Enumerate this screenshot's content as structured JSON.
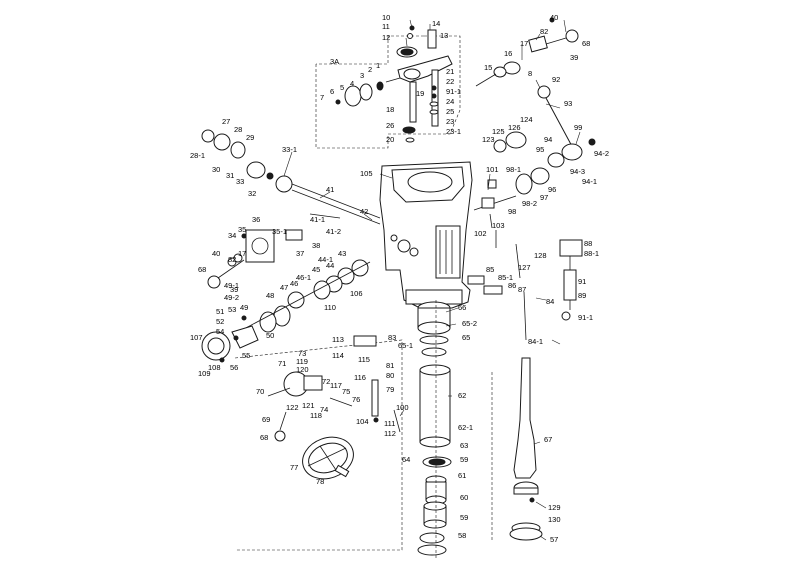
{
  "diagram": {
    "labels": [
      "10",
      "11",
      "12",
      "14",
      "13",
      "40",
      "82",
      "17",
      "68",
      "39",
      "3A",
      "1",
      "2",
      "3",
      "4",
      "5",
      "6",
      "7",
      "16",
      "15",
      "8",
      "21",
      "22",
      "91-1",
      "24",
      "25",
      "23",
      "23-1",
      "19",
      "18",
      "26",
      "20",
      "92",
      "93",
      "27",
      "28",
      "29",
      "28-1",
      "30",
      "31",
      "33",
      "32",
      "33-1",
      "124",
      "125",
      "126",
      "123",
      "99",
      "94",
      "95",
      "94-2",
      "94-3",
      "94-1",
      "105",
      "101",
      "98-1",
      "96",
      "97",
      "98",
      "98-2",
      "102",
      "103",
      "41",
      "41-1",
      "41-2",
      "42",
      "36",
      "35-1",
      "35",
      "34",
      "37",
      "38",
      "40",
      "82",
      "17",
      "68",
      "39",
      "88",
      "88-1",
      "128",
      "91",
      "89",
      "91-1",
      "127",
      "45",
      "44-1",
      "43",
      "44",
      "46-1",
      "46",
      "47",
      "48",
      "49-1",
      "49-2",
      "49",
      "106",
      "110",
      "85",
      "85-1",
      "86",
      "87",
      "84",
      "84-1",
      "66",
      "65-2",
      "65",
      "65-1",
      "50",
      "51",
      "52",
      "53",
      "54",
      "55",
      "56",
      "107",
      "108",
      "109",
      "113",
      "114",
      "115",
      "83",
      "73",
      "119",
      "120",
      "71",
      "72",
      "117",
      "75",
      "76",
      "116",
      "81",
      "80",
      "79",
      "62",
      "100",
      "70",
      "122",
      "121",
      "118",
      "74",
      "69",
      "68",
      "104",
      "111",
      "112",
      "62-1",
      "63",
      "64",
      "59",
      "61",
      "60",
      "59",
      "58",
      "67",
      "77",
      "78",
      "129",
      "130",
      "57"
    ]
  }
}
